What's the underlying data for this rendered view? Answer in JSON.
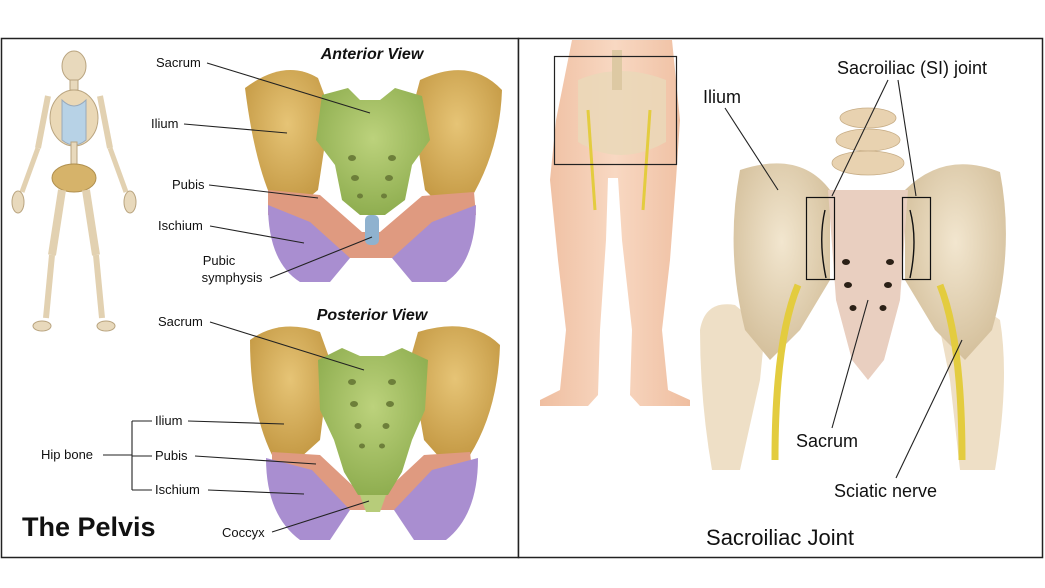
{
  "left_panel": {
    "title": "The Pelvis",
    "anterior": {
      "heading": "Anterior View",
      "labels": {
        "sacrum": "Sacrum",
        "ilium": "Ilium",
        "pubis": "Pubis",
        "ischium": "Ischium",
        "pubic_symphysis_line1": "Pubic",
        "pubic_symphysis_line2": "symphysis"
      }
    },
    "posterior": {
      "heading": "Posterior View",
      "labels": {
        "sacrum": "Sacrum",
        "ilium": "Ilium",
        "pubis": "Pubis",
        "ischium": "Ischium",
        "coccyx": "Coccyx",
        "hip_bone": "Hip bone"
      }
    }
  },
  "right_panel": {
    "title": "Sacroiliac Joint",
    "labels": {
      "si_joint": "Sacroiliac (SI) joint",
      "ilium": "Ilium",
      "sacrum": "Sacrum",
      "sciatic_nerve": "Sciatic nerve"
    }
  },
  "colors": {
    "ilium": "#d9b25c",
    "sacrum": "#a8c267",
    "pubis": "#df9a80",
    "ischium": "#a98ed0",
    "symphysis": "#8fb2cf",
    "bone_light": "#ecdcc0",
    "skin": "#f3c8ad",
    "nerve": "#e3cc3f"
  }
}
